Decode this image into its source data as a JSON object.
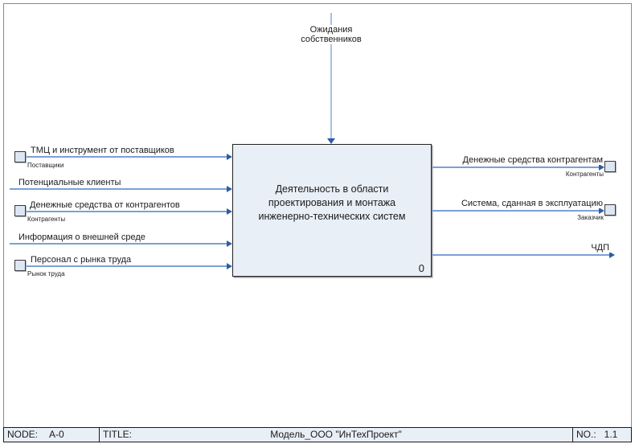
{
  "diagram": {
    "control": {
      "label": "Ожидания собственников"
    },
    "inputs": [
      {
        "label": "ТМЦ и инструмент от поставщиков",
        "entity": "Поставщики"
      },
      {
        "label": "Потенциальные клиенты",
        "entity": ""
      },
      {
        "label": "Денежные средства от контрагентов",
        "entity": "Контрагенты"
      },
      {
        "label": "Информация о внешней среде",
        "entity": ""
      },
      {
        "label": "Персонал с рынка труда",
        "entity": "Рынок труда"
      }
    ],
    "box": {
      "title": "Деятельность в области проектирования и монтажа инженерно-технических систем",
      "number": "0"
    },
    "outputs": [
      {
        "label": "Денежные средства контрагентам",
        "entity": "Контрагенты"
      },
      {
        "label": "Система, сданная в эксплуатацию",
        "entity": "Заказчик"
      },
      {
        "label": "ЧДП",
        "entity": ""
      }
    ]
  },
  "footer": {
    "node_label": "NODE:",
    "node_value": "A-0",
    "title_label": "TITLE:",
    "title_value": "Модель_ООО \"ИнТехПроект\"",
    "no_label": "NO.:",
    "no_value": "1.1"
  },
  "colors": {
    "arrow_line": "#7ba0d6",
    "arrow_head": "#2d5ca8",
    "box_fill": "#e9eff7",
    "entity_fill": "#dce7f3",
    "frame_border": "#8a8a8a"
  }
}
